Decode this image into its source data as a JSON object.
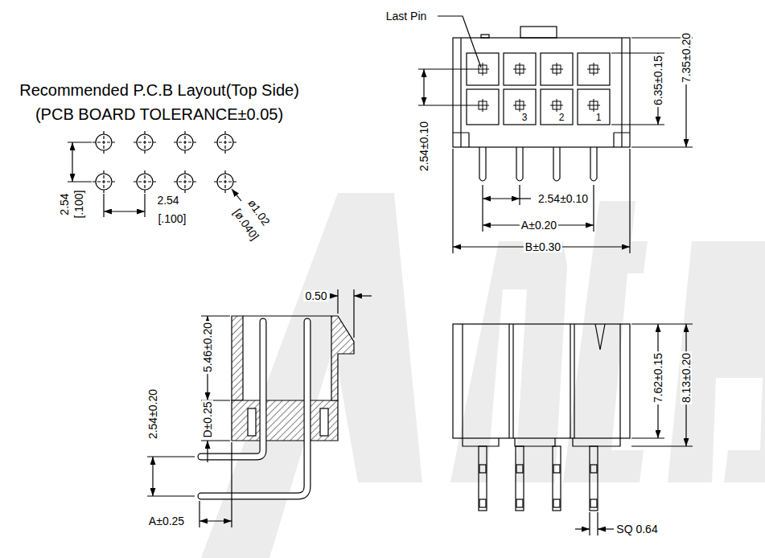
{
  "diagram": {
    "labels": [
      "Recommended P.C.B Layout(Top Side)",
      "(PCB BOARD TOLERANCE±0.05)",
      "2.54",
      "[.100]",
      "2.54",
      "[.100]",
      "ø1.02",
      "[ø.040]",
      "Last Pin",
      "3",
      "2",
      "1",
      "2.54±0.10",
      "6.35±0.15",
      "7.35±0.20",
      "2.54±0.10",
      "A±0.20",
      "B±0.30",
      "0.50",
      "5.46±0.20",
      "D±0.25",
      "2.54±0.20",
      "A±0.25",
      "7.62±0.15",
      "8.13±0.20",
      "SQ 0.64"
    ]
  }
}
